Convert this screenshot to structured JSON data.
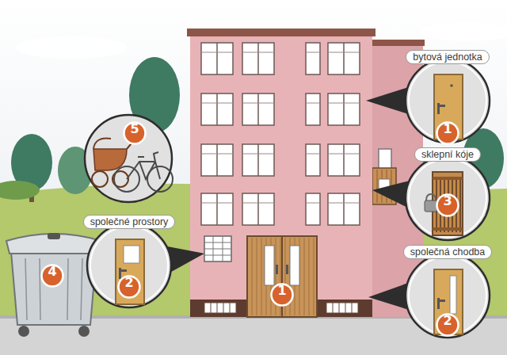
{
  "diagram": {
    "nodes": [
      {
        "text": [
          "bytová jednotka"
        ]
      },
      {
        "text": [
          "1"
        ],
        "in": 0
      },
      {
        "text": [
          "5"
        ]
      },
      {
        "text": [
          "sklepní kóje"
        ]
      },
      {
        "text": [
          "3"
        ],
        "in": 3
      },
      {
        "text": [
          "společné prostory"
        ]
      },
      {
        "text": [
          "2"
        ],
        "in": 5
      },
      {
        "text": [
          "4"
        ]
      },
      {
        "text": [
          "společná chodba"
        ]
      },
      {
        "text": [
          "2"
        ],
        "in": 8
      },
      {
        "text": [
          "1"
        ]
      }
    ]
  }
}
